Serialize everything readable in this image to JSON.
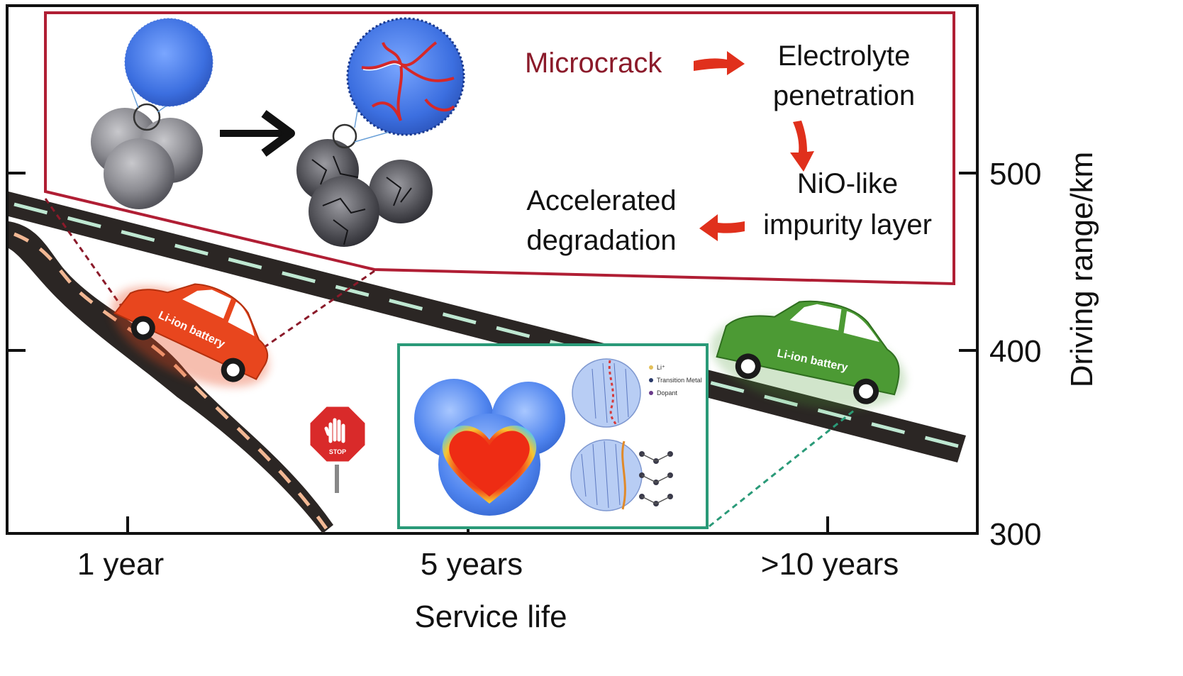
{
  "x_axis": {
    "ticks": [
      "1 year",
      "5 years",
      ">10 years"
    ],
    "label": "Service life"
  },
  "y_axis": {
    "ticks": [
      "500",
      "400",
      "300"
    ],
    "label": "Driving range/km"
  },
  "flow": {
    "microcrack": "Microcrack",
    "electrolyte_line1": "Electrolyte",
    "electrolyte_line2": "penetration",
    "nio_line1": "NiO-like",
    "nio_line2": "impurity layer",
    "accel_line1": "Accelerated",
    "accel_line2": "degradation"
  },
  "cars": {
    "red_label": "Li-ion battery",
    "green_label": "Li-ion battery"
  },
  "stop_sign": {
    "label": "STOP"
  },
  "inset_legend": {
    "items": [
      "Li⁺",
      "Transition Metal",
      "Dopant"
    ]
  },
  "colors": {
    "red_frame": "#b01e34",
    "green_frame": "#2a9a78",
    "road": "#2b2624",
    "red_car": "#e8461e",
    "green_car": "#4c9a34",
    "arrow": "#e0301c"
  }
}
